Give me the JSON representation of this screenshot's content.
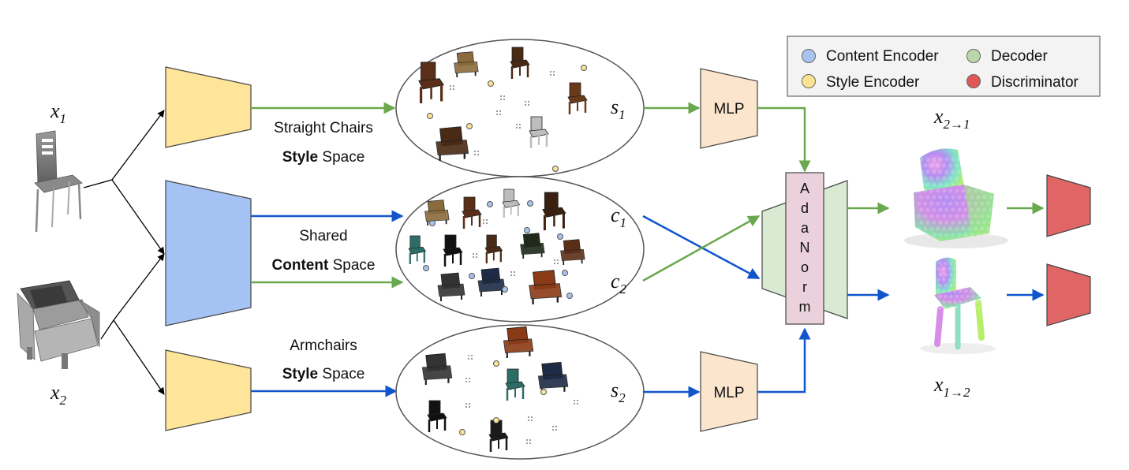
{
  "inputs": {
    "x1": {
      "base": "x",
      "sub": "1"
    },
    "x2": {
      "base": "x",
      "sub": "2"
    }
  },
  "spaces": {
    "straight": {
      "line1": "Straight Chairs",
      "bold": "Style",
      "rest": " Space"
    },
    "shared": {
      "line1": "Shared",
      "bold": "Content",
      "rest": " Space"
    },
    "armchairs": {
      "line1": "Armchairs",
      "bold": "Style",
      "rest": " Space"
    }
  },
  "codes": {
    "s1": {
      "base": "s",
      "sub": "1"
    },
    "c1": {
      "base": "c",
      "sub": "1"
    },
    "c2": {
      "base": "c",
      "sub": "2"
    },
    "s2": {
      "base": "s",
      "sub": "2"
    }
  },
  "mlp_label": "MLP",
  "adanorm_letters": [
    "A",
    "d",
    "a",
    "N",
    "o",
    "r",
    "m"
  ],
  "outputs": {
    "x21": {
      "base": "x",
      "sub": "2→1"
    },
    "x12": {
      "base": "x",
      "sub": "1→2"
    }
  },
  "legend": [
    {
      "label": "Content Encoder",
      "color": "#a9c3ec"
    },
    {
      "label": "Decoder",
      "color": "#b9d7a9"
    },
    {
      "label": "Style Encoder",
      "color": "#fbe394"
    },
    {
      "label": "Discriminator",
      "color": "#df5757"
    }
  ],
  "colors": {
    "content_encoder": "#a4c2f4",
    "style_encoder": "#ffe599",
    "decoder": "#d9ead3",
    "mlp": "#fce5cd",
    "adanorm": "#ead1dc",
    "discriminator": "#e06666",
    "green_arrow": "#6aa84f",
    "blue_arrow": "#1155cc"
  }
}
